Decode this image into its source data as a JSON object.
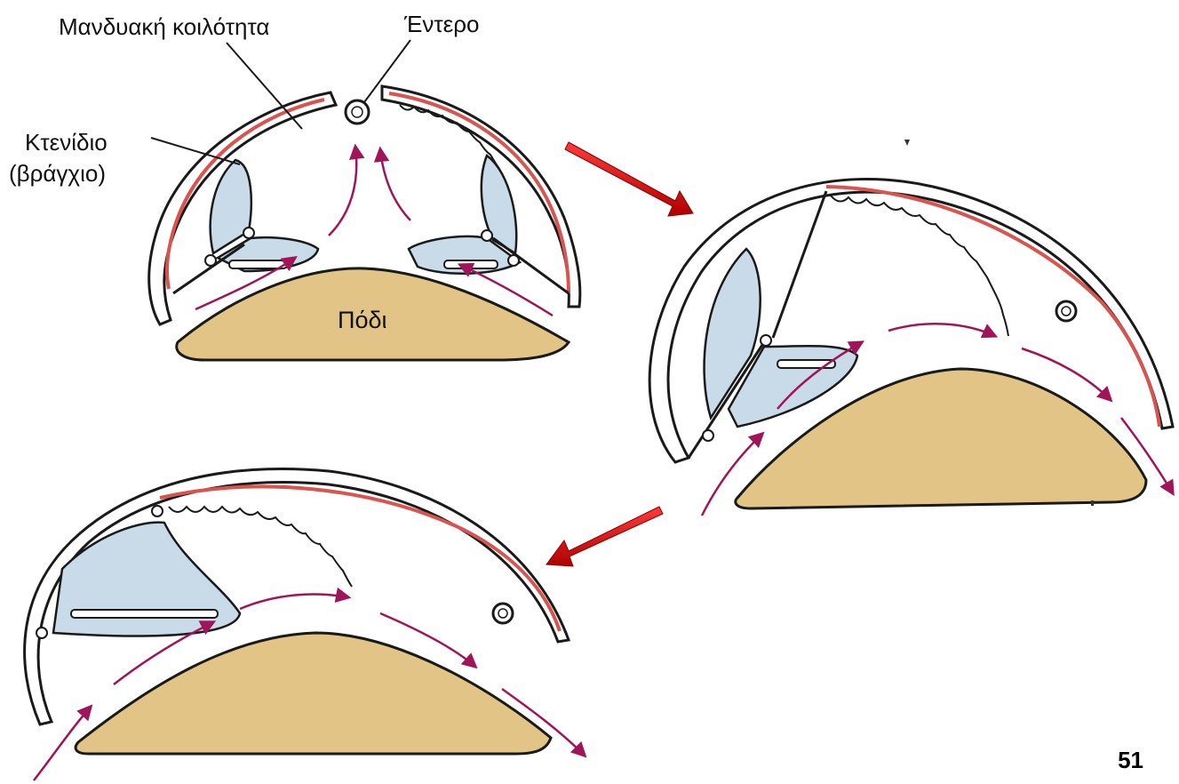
{
  "labels": {
    "mantle_cavity": "Μανδυακή κοιλότητα",
    "intestine": "Έντερο",
    "ctenidium": "Κτενίδιο",
    "gill": "(βράγχιο)",
    "foot": "Πόδι"
  },
  "page_number": "51",
  "colors": {
    "shell": "#ffffff",
    "outline": "#1a1a1a",
    "mantle_red": "#d9534f",
    "gill_fill": "#c9dbe8",
    "foot_fill": "#e2c487",
    "flow_arrow": "#a0155a",
    "sequence_arrow": "#d40000"
  }
}
